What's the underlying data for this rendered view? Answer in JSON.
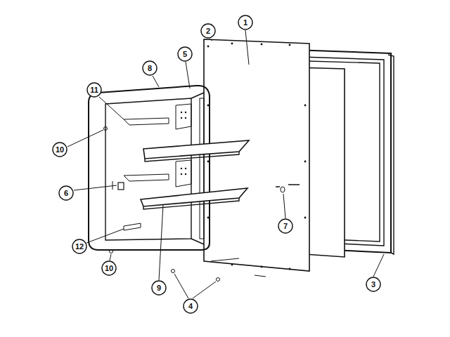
{
  "diagram": {
    "labels": [
      "1",
      "2",
      "5",
      "8",
      "11",
      "10",
      "6",
      "7",
      "12",
      "10",
      "9",
      "3",
      "4"
    ]
  }
}
